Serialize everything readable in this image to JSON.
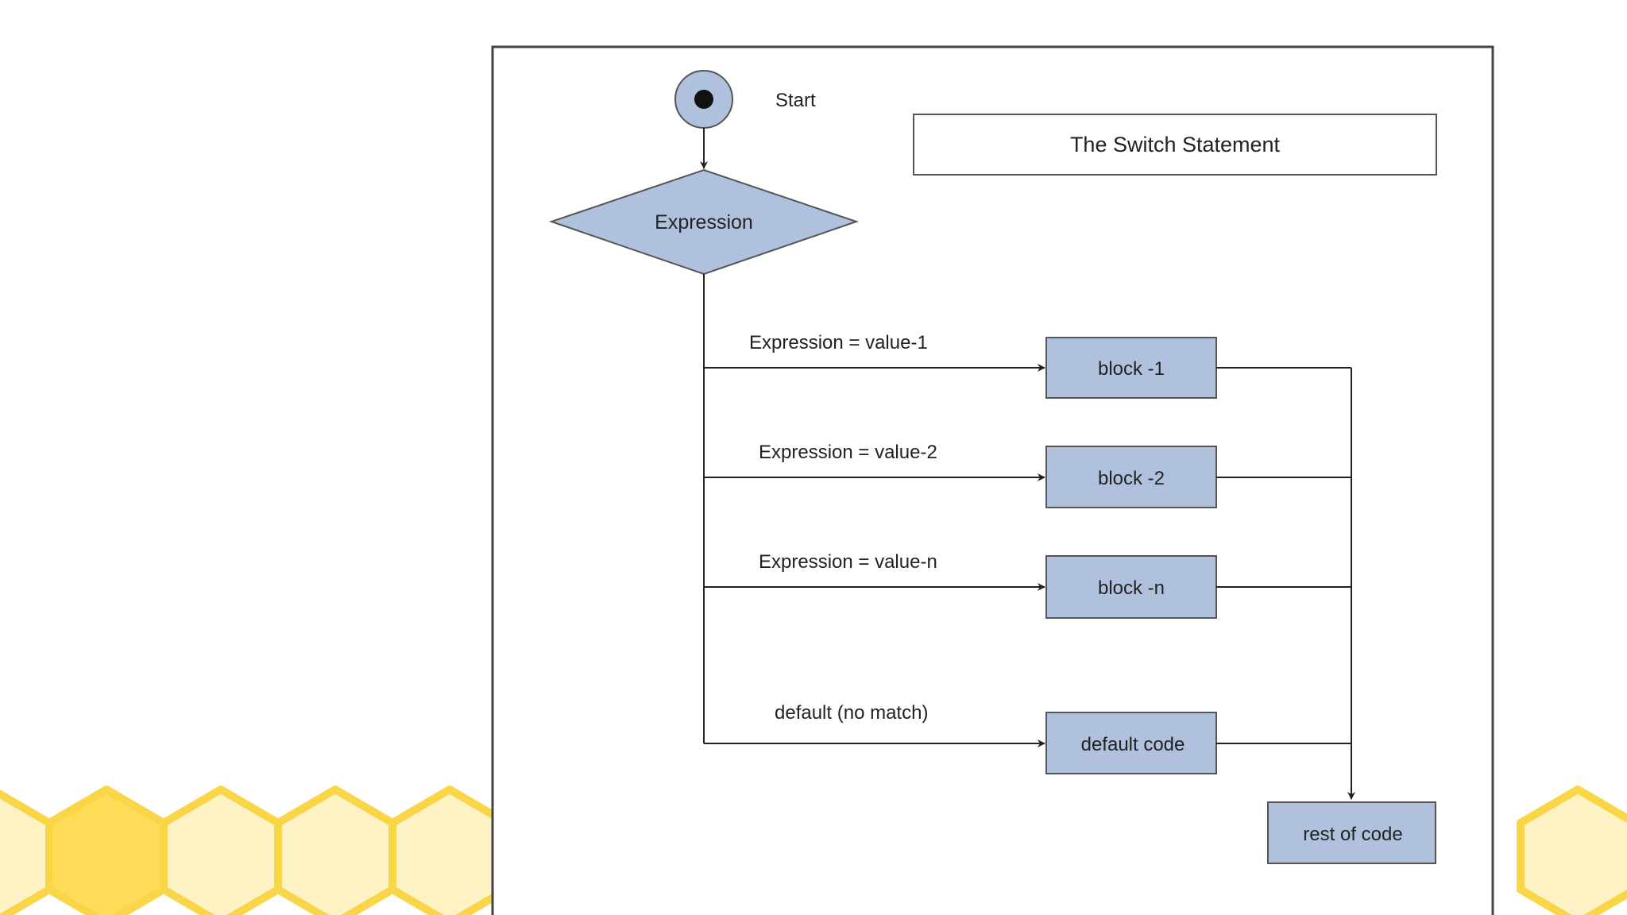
{
  "diagram": {
    "title": "The Switch Statement",
    "start_label": "Start",
    "decision_label": "Expression",
    "cases": [
      {
        "condition": "Expression = value-1",
        "block": "block -1"
      },
      {
        "condition": "Expression = value-2",
        "block": "block -2"
      },
      {
        "condition": "Expression = value-n",
        "block": "block -n"
      }
    ],
    "default_case": {
      "condition": "default (no match)",
      "block": "default code"
    },
    "end_block": "rest of code"
  },
  "colors": {
    "node_fill": "#afc1dd",
    "node_stroke": "#555555",
    "line": "#222222",
    "honeycomb_pale": "#fdf2c4",
    "honeycomb_bright": "#fedc57",
    "honeycomb_stroke": "#f9d648"
  }
}
